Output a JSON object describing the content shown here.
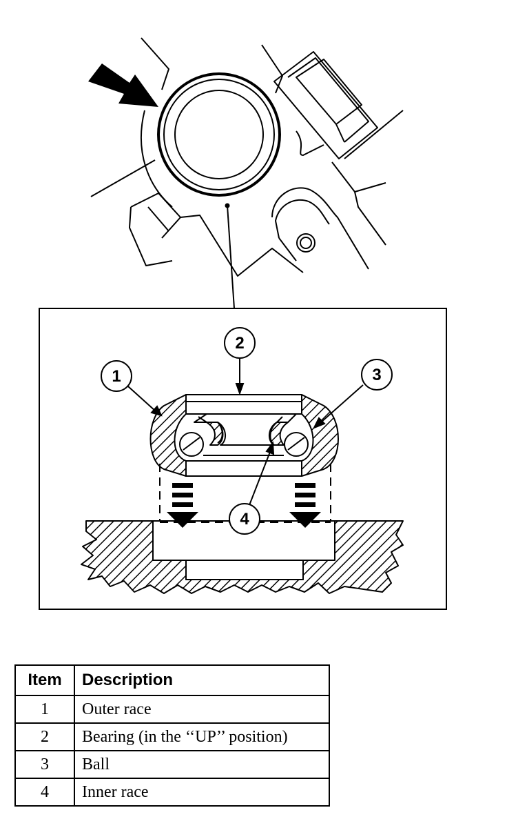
{
  "callouts": [
    {
      "id": "1"
    },
    {
      "id": "2"
    },
    {
      "id": "3"
    },
    {
      "id": "4"
    }
  ],
  "legend": {
    "header_item": "Item",
    "header_description": "Description",
    "rows": [
      {
        "item": "1",
        "description": "Outer race"
      },
      {
        "item": "2",
        "description": "Bearing (in the ‘‘UP’’ position)"
      },
      {
        "item": "3",
        "description": "Ball"
      },
      {
        "item": "4",
        "description": "Inner race"
      }
    ]
  }
}
